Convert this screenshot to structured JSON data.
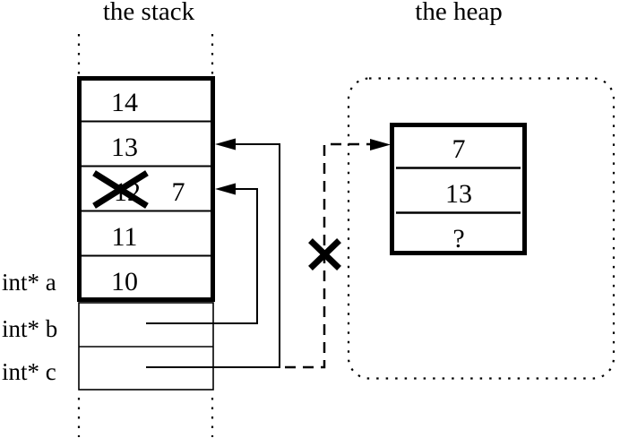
{
  "colors": {
    "ink": "#000000",
    "background": "#ffffff"
  },
  "stack": {
    "title": "the stack",
    "cells": [
      {
        "value": "14"
      },
      {
        "value": "13"
      },
      {
        "old_value": "12",
        "new_value": "7",
        "crossed_out": true
      },
      {
        "value": "11"
      },
      {
        "value": "10"
      }
    ],
    "pointer_labels": [
      {
        "label": "int* a"
      },
      {
        "label": "int* b"
      },
      {
        "label": "int* c"
      }
    ]
  },
  "heap": {
    "title": "the heap",
    "cells": [
      {
        "value": "7"
      },
      {
        "value": "13"
      },
      {
        "value": "?"
      }
    ]
  }
}
